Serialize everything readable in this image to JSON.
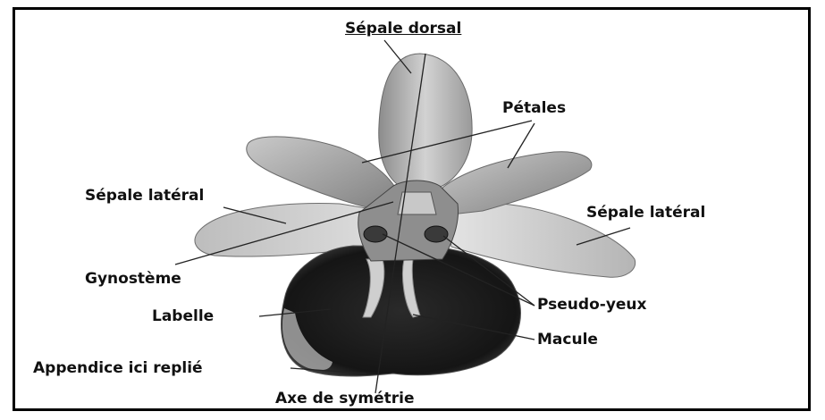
{
  "title": "Sépale dorsal",
  "labels": {
    "sepale_dorsal": "Sépale dorsal",
    "petales": "Pétales",
    "sepale_lateral_left": "Sépale latéral",
    "sepale_lateral_right": "Sépale latéral",
    "gynosteme": "Gynostème",
    "labelle": "Labelle",
    "pseudo_yeux": "Pseudo-yeux",
    "macule": "Macule",
    "appendice": "Appendice ici replié",
    "axe": "Axe de symétrie"
  },
  "colors": {
    "petal_light": "#d9d9d9",
    "petal_mid": "#9a9a9a",
    "labellum_dark": "#1e1e1e",
    "line": "#222222"
  }
}
